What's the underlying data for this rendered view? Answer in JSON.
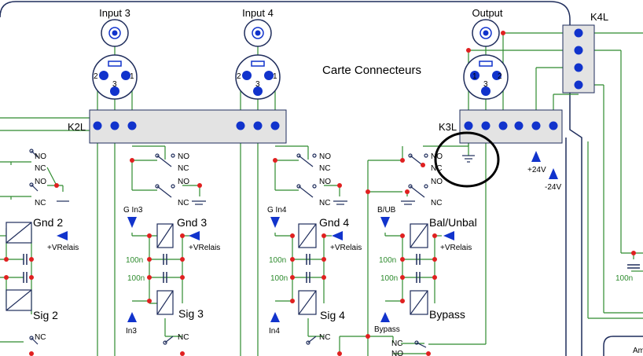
{
  "title": "Carte Connecteurs",
  "colors": {
    "wire": "#2e8b2e",
    "board": "#1f2d5c",
    "junction": "#e02020",
    "pin": "#1133cc",
    "bar": "#e3e3e3",
    "cap_label": "#2e8b2e",
    "highlight": "#000000"
  },
  "connectors": {
    "input3": "Input 3",
    "input4": "Input 4",
    "output": "Output",
    "k2l": "K2L",
    "k3l": "K3L",
    "k4l": "K4L"
  },
  "xlr_pins": {
    "p1": "1",
    "p2": "2",
    "p3": "3"
  },
  "relays": {
    "gnd2": "Gnd 2",
    "gnd3": "Gnd 3",
    "gnd4": "Gnd 4",
    "balunbal": "Bal/Unbal",
    "sig2": "Sig 2",
    "sig3": "Sig 3",
    "sig4": "Sig 4",
    "bypass": "Bypass"
  },
  "contacts": {
    "no": "NO",
    "nc": "NC"
  },
  "supplies": {
    "vrelais": "+VRelais",
    "p24": "+24V",
    "m24": "-24V"
  },
  "control_inputs": {
    "gin3": "G In3",
    "gin4": "G In4",
    "bub": "B/UB",
    "in3": "In3",
    "in4": "In4",
    "bypass": "Bypass"
  },
  "capacitor": "100n",
  "cutoff_label": "Am"
}
